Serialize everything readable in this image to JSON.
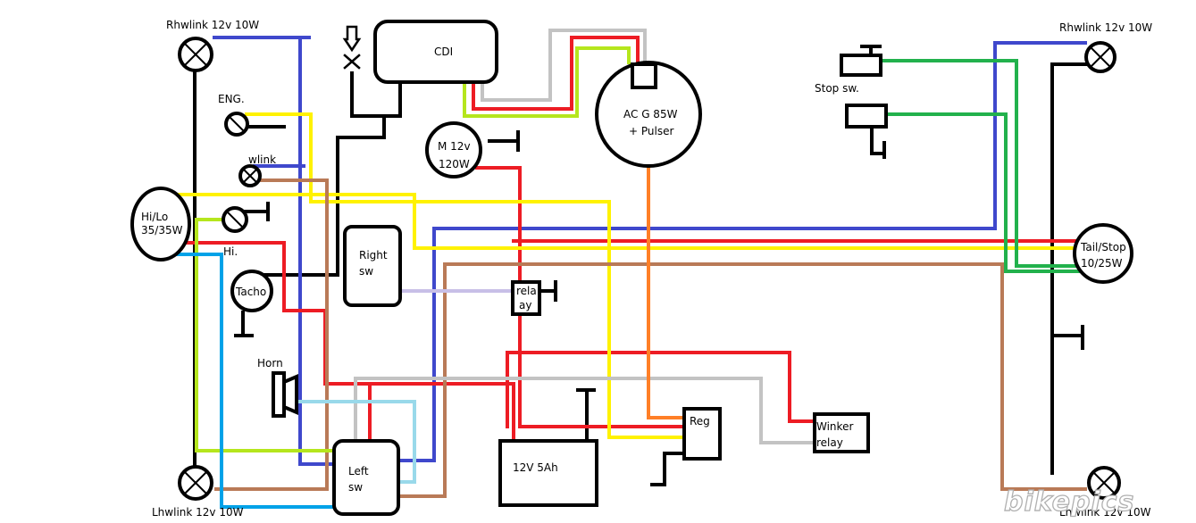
{
  "labels": {
    "rhwlink_left": "Rhwlink 12v 10W",
    "rhwlink_right": "Rhwlink 12v 10W",
    "lhwlink_left": "Lhwlink 12v 10W",
    "lhwlink_right": "Lhwlink 12v 10W",
    "eng": "ENG.",
    "wlink": "wlink",
    "hilo_1": "Hi/Lo",
    "hilo_2": "35/35W",
    "hi": "Hi.",
    "tacho": "Tacho",
    "horn": "Horn",
    "cdi": "CDI",
    "motor_1": "M 12v",
    "motor_2": "120W",
    "acg_1": "AC G 85W",
    "acg_2": "+ Pulser",
    "right_sw_1": "Right",
    "right_sw_2": "sw",
    "relay_1": "rela",
    "relay_2": "ay",
    "left_sw_1": "Left",
    "left_sw_2": "sw",
    "battery": "12V 5Ah",
    "reg": "Reg",
    "winker_1": "Winker",
    "winker_2": "relay",
    "stop_sw": "Stop sw.",
    "tail_1": "Tail/Stop",
    "tail_2": "10/25W",
    "watermark": "bikepics"
  },
  "colors": {
    "black": "#000000",
    "blue": "#3f48cc",
    "red": "#ed1c24",
    "yellow": "#fff200",
    "green": "#22b14c",
    "lime": "#b5e61d",
    "brown": "#b97a57",
    "gray": "#c3c3c3",
    "lightblue": "#99d9ea",
    "cyan": "#00a2e8",
    "orange": "#ff7f27",
    "lavender": "#c8bfe7"
  }
}
